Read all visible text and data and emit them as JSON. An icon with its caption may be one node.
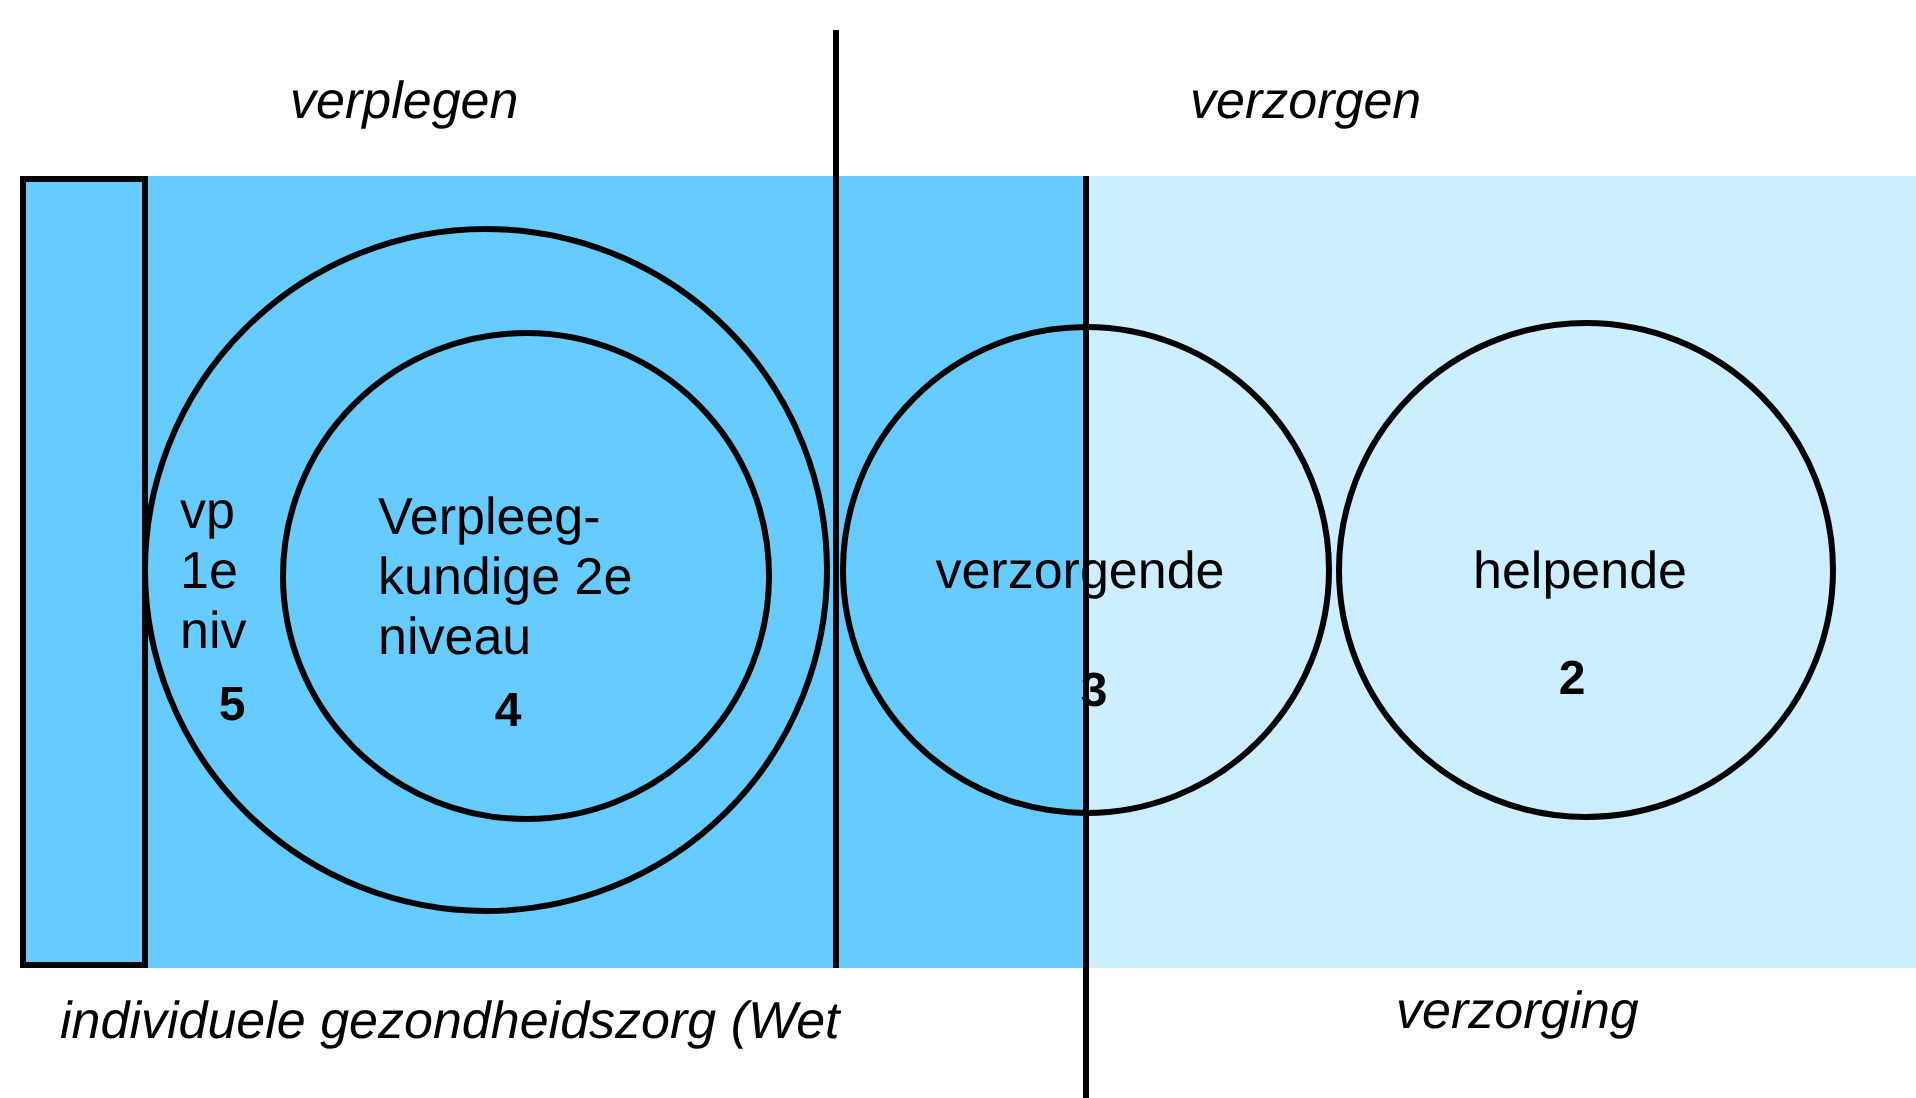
{
  "diagram": {
    "nodes": [
      {
        "text": [],
        "shape": "box"
      },
      {
        "text": [
          "vp 1e niv",
          "5"
        ]
      },
      {
        "text": [
          "Verpleeg- kundige 2e niveau",
          "4"
        ],
        "in": 1
      },
      {
        "text": [
          "verzorgende",
          "3"
        ]
      },
      {
        "text": [
          "helpende",
          "2"
        ]
      }
    ],
    "labels": [
      "verplegen",
      "verzorgen",
      "individuele gezondheidszorg (Wet",
      "verzorging"
    ]
  }
}
